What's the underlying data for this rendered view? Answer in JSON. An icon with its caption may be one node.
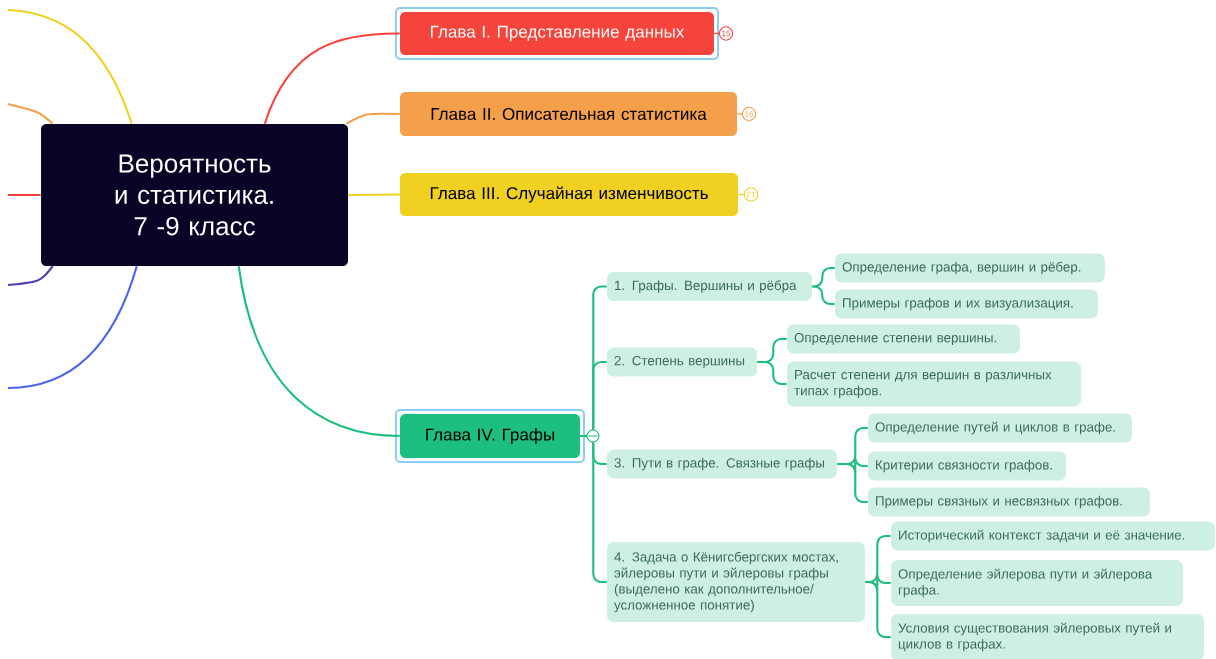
{
  "diagram": {
    "nodes": [
      {
        "text": [
          "Вероятность и статистика. 7 -9 класс"
        ]
      },
      {
        "text": [
          "Глава I. Представление данных"
        ],
        "beside": [
          "15"
        ]
      },
      {
        "text": [
          "Глава II. Описательная статистика"
        ],
        "beside": [
          "16"
        ]
      },
      {
        "text": [
          "Глава III. Случайная изменчивость"
        ],
        "beside": [
          "21"
        ]
      },
      {
        "text": [
          "Глава IV. Графы"
        ]
      },
      {
        "text": [
          "1. Графы. Вершины и рёбра"
        ]
      },
      {
        "text": [
          "Определение графа, вершин и рёбер."
        ]
      },
      {
        "text": [
          "Примеры графов и их визуализация."
        ]
      },
      {
        "text": [
          "2. Степень вершины"
        ]
      },
      {
        "text": [
          "Определение степени вершины."
        ]
      },
      {
        "text": [
          "Расчет степени для вершин в различных типах графов."
        ]
      },
      {
        "text": [
          "3. Пути в графе. Связные графы"
        ]
      },
      {
        "text": [
          "Определение путей и циклов в графе."
        ]
      },
      {
        "text": [
          "Критерии связности графов."
        ]
      },
      {
        "text": [
          "Примеры связных и несвязных графов."
        ]
      },
      {
        "text": [
          "4. Задача о Кёнигсбергских мостах, эйлеровы пути и эйлеровы графы (выделено как дополнительное/ усложненное понятие)"
        ]
      },
      {
        "text": [
          "Исторический контекст задачи и её значение."
        ]
      },
      {
        "text": [
          "Определение эйлерова пути и эйлерова графа."
        ]
      },
      {
        "text": [
          "Условия существования эйлеровых путей и циклов в графах."
        ]
      }
    ],
    "edges": [
      {
        "from": 0,
        "to": 1,
        "arrow": "none",
        "color": "#f4443c"
      },
      {
        "from": 0,
        "to": 2,
        "arrow": "none",
        "color": "#f4a04b"
      },
      {
        "from": 0,
        "to": 3,
        "arrow": "none",
        "color": "#f0d020"
      },
      {
        "from": 0,
        "to": 4,
        "arrow": "none"
      },
      {
        "from": 4,
        "to": 5,
        "arrow": "none"
      },
      {
        "from": 4,
        "to": 8,
        "arrow": "none"
      },
      {
        "from": 4,
        "to": 11,
        "arrow": "none"
      },
      {
        "from": 4,
        "to": 15,
        "arrow": "none"
      },
      {
        "from": 5,
        "to": 6,
        "arrow": "none"
      },
      {
        "from": 5,
        "to": 7,
        "arrow": "none"
      },
      {
        "from": 8,
        "to": 9,
        "arrow": "none"
      },
      {
        "from": 8,
        "to": 10,
        "arrow": "none"
      },
      {
        "from": 11,
        "to": 12,
        "arrow": "none"
      },
      {
        "from": 11,
        "to": 13,
        "arrow": "none"
      },
      {
        "from": 11,
        "to": 14,
        "arrow": "none"
      },
      {
        "from": 15,
        "to": 16,
        "arrow": "none"
      },
      {
        "from": 15,
        "to": 17,
        "arrow": "none"
      },
      {
        "from": 15,
        "to": 18,
        "arrow": "none"
      },
      {
        "from": 0,
        "to": null,
        "arrow": "none",
        "color": "#f0d020"
      },
      {
        "from": 0,
        "to": null,
        "arrow": "none",
        "color": "#f4a04b"
      },
      {
        "from": 0,
        "to": null,
        "arrow": "none",
        "color": "#f4443c"
      },
      {
        "from": 0,
        "to": null,
        "arrow": "none",
        "color": "#4a3fb5"
      },
      {
        "from": 0,
        "to": null,
        "arrow": "none",
        "color": "#4a63f0"
      }
    ]
  }
}
